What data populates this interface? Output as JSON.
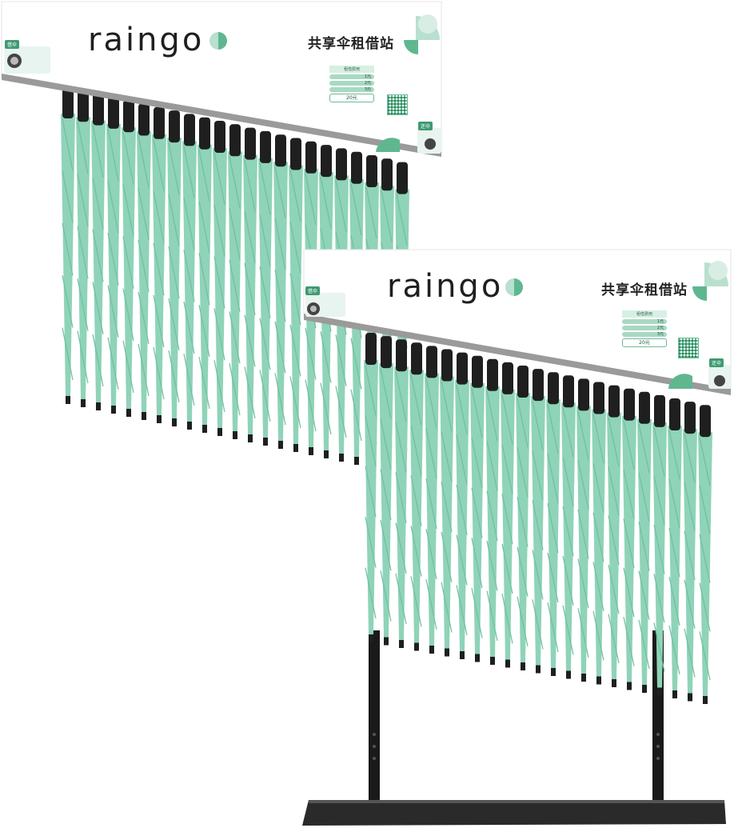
{
  "stations": [
    {
      "brand": "raingo",
      "title": "共享伞租借站",
      "left_tag": "借伞",
      "right_tag": "还伞",
      "pricing_heading": "租借费用",
      "pricing_rows": [
        "1元",
        "2元",
        "3元"
      ],
      "pricing_cap": "20元"
    },
    {
      "brand": "raingo",
      "title": "共享伞租借站",
      "left_tag": "借伞",
      "right_tag": "还伞",
      "pricing_heading": "租借费用",
      "pricing_rows": [
        "1元",
        "2元",
        "3元"
      ],
      "pricing_cap": "20元"
    }
  ],
  "colors": {
    "umbrella_canopy": "#8fd3b8",
    "umbrella_canopy_shadow": "#6fbf9f",
    "handle": "#1f1f1f",
    "accent": "#5fb790",
    "stand": "#1a1a1a"
  },
  "umbrella_count_per_station": 23
}
